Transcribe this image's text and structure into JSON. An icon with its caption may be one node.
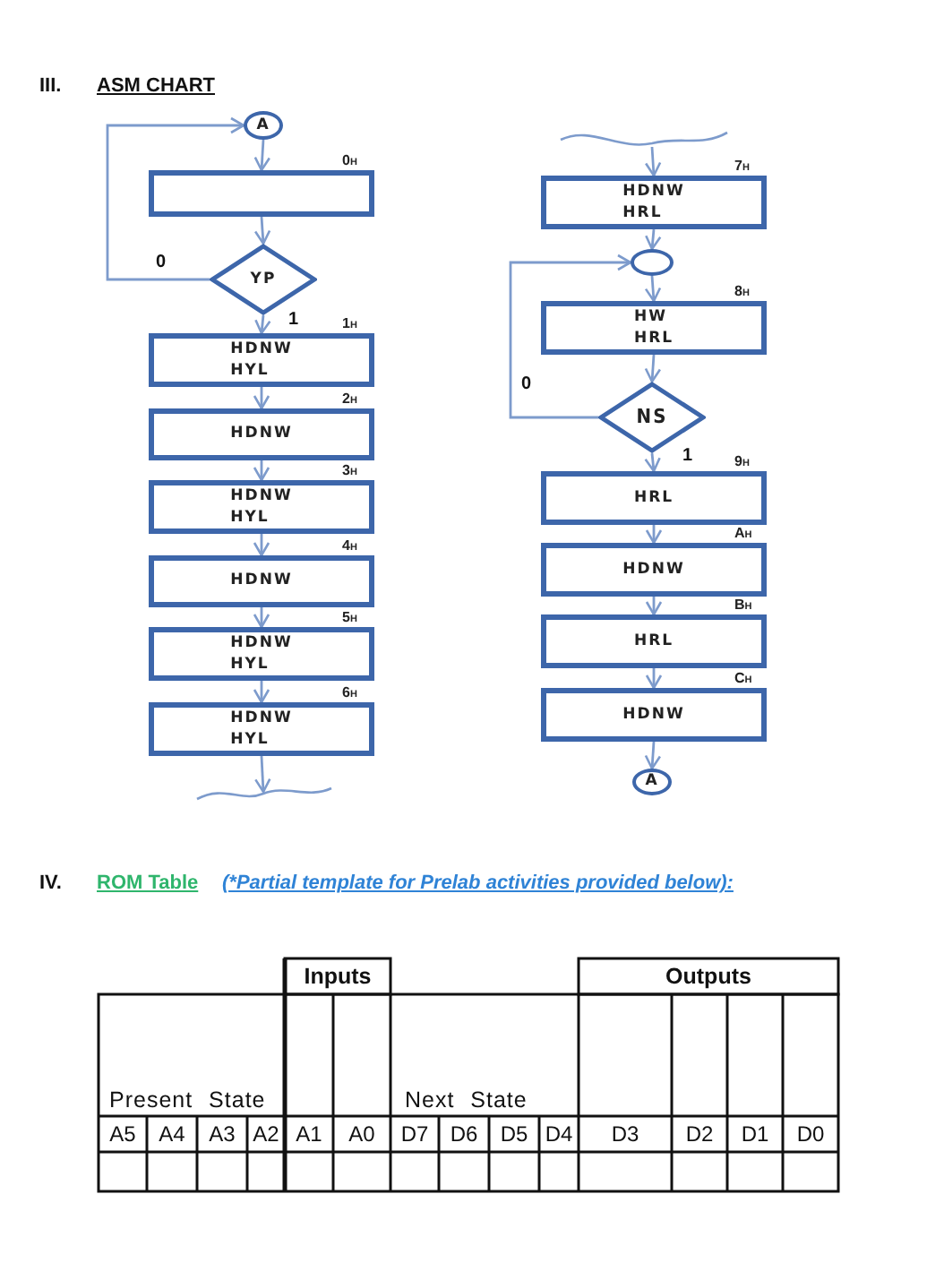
{
  "diagram": {
    "title": "ASM CHART",
    "nodes": [
      {
        "text": [
          "A"
        ]
      },
      {
        "text": [],
        "shape": "box",
        "beside": [
          "0$_{H}$"
        ]
      },
      {
        "text": [
          "YP"
        ]
      },
      {
        "text": [
          "HDNW HYL"
        ],
        "beside": [
          "1$_{H}$"
        ]
      },
      {
        "text": [
          "HDNW"
        ],
        "beside": [
          "2$_{H}$"
        ]
      },
      {
        "text": [
          "HDNW HYL"
        ],
        "beside": [
          "3$_{H}$"
        ]
      },
      {
        "text": [
          "HDNW"
        ],
        "beside": [
          "4$_{H}$"
        ]
      },
      {
        "text": [
          "HDNW HYL"
        ],
        "beside": [
          "5$_{H}$"
        ]
      },
      {
        "text": [
          "HDNW HYL"
        ],
        "beside": [
          "6$_{H}$"
        ]
      },
      {
        "text": [
          "HDNW HRL"
        ],
        "beside": [
          "7$_{H}$"
        ]
      },
      {
        "text": [],
        "shape": "circle"
      },
      {
        "text": [
          "HW HRL"
        ],
        "beside": [
          "8$_{H}$"
        ]
      },
      {
        "text": [
          "NS"
        ]
      },
      {
        "text": [
          "HRL"
        ],
        "beside": [
          "9$_{H}$"
        ]
      },
      {
        "text": [
          "HDNW"
        ],
        "beside": [
          "A$_{H}$"
        ]
      },
      {
        "text": [
          "HRL"
        ],
        "beside": [
          "B$_{H}$"
        ]
      },
      {
        "text": [
          "HDNW"
        ],
        "beside": [
          "C$_{H}$"
        ]
      },
      {
        "text": [
          "A"
        ]
      }
    ],
    "edges": [
      {
        "from": 0,
        "to": 1,
        "arrow": "to"
      },
      {
        "from": 1,
        "to": 2,
        "arrow": "to"
      },
      {
        "from": 2,
        "to": 0,
        "arrow": "to",
        "label": "0"
      },
      {
        "from": 2,
        "to": 3,
        "arrow": "to",
        "label": "1"
      },
      {
        "from": 3,
        "to": 4,
        "arrow": "to"
      },
      {
        "from": 4,
        "to": 5,
        "arrow": "to"
      },
      {
        "from": 5,
        "to": 6,
        "arrow": "to"
      },
      {
        "from": 6,
        "to": 7,
        "arrow": "to"
      },
      {
        "from": 7,
        "to": 8,
        "arrow": "to"
      },
      {
        "from": 8,
        "to": null,
        "arrow": "to"
      },
      {
        "from": null,
        "to": 9,
        "arrow": "to"
      },
      {
        "from": 9,
        "to": 10,
        "arrow": "to"
      },
      {
        "from": 10,
        "to": 11,
        "arrow": "to"
      },
      {
        "from": 11,
        "to": 12,
        "arrow": "to"
      },
      {
        "from": 12,
        "to": 10,
        "arrow": "to",
        "label": "0"
      },
      {
        "from": 12,
        "to": 13,
        "arrow": "to",
        "label": "1"
      },
      {
        "from": 13,
        "to": 14,
        "arrow": "to"
      },
      {
        "from": 14,
        "to": 15,
        "arrow": "to"
      },
      {
        "from": 15,
        "to": 16,
        "arrow": "to"
      },
      {
        "from": 16,
        "to": 17,
        "arrow": "to"
      }
    ],
    "labels": [
      "III.",
      "IV.",
      "ROM Table",
      "(*Partial template for Prelab activities provided below):",
      "Inputs",
      "Outputs",
      "Present State",
      "Next State",
      "A5",
      "A4",
      "A3",
      "A2",
      "A1",
      "A0",
      "D7",
      "D6",
      "D5",
      "D4",
      "D3",
      "D2",
      "D1",
      "D0"
    ]
  }
}
